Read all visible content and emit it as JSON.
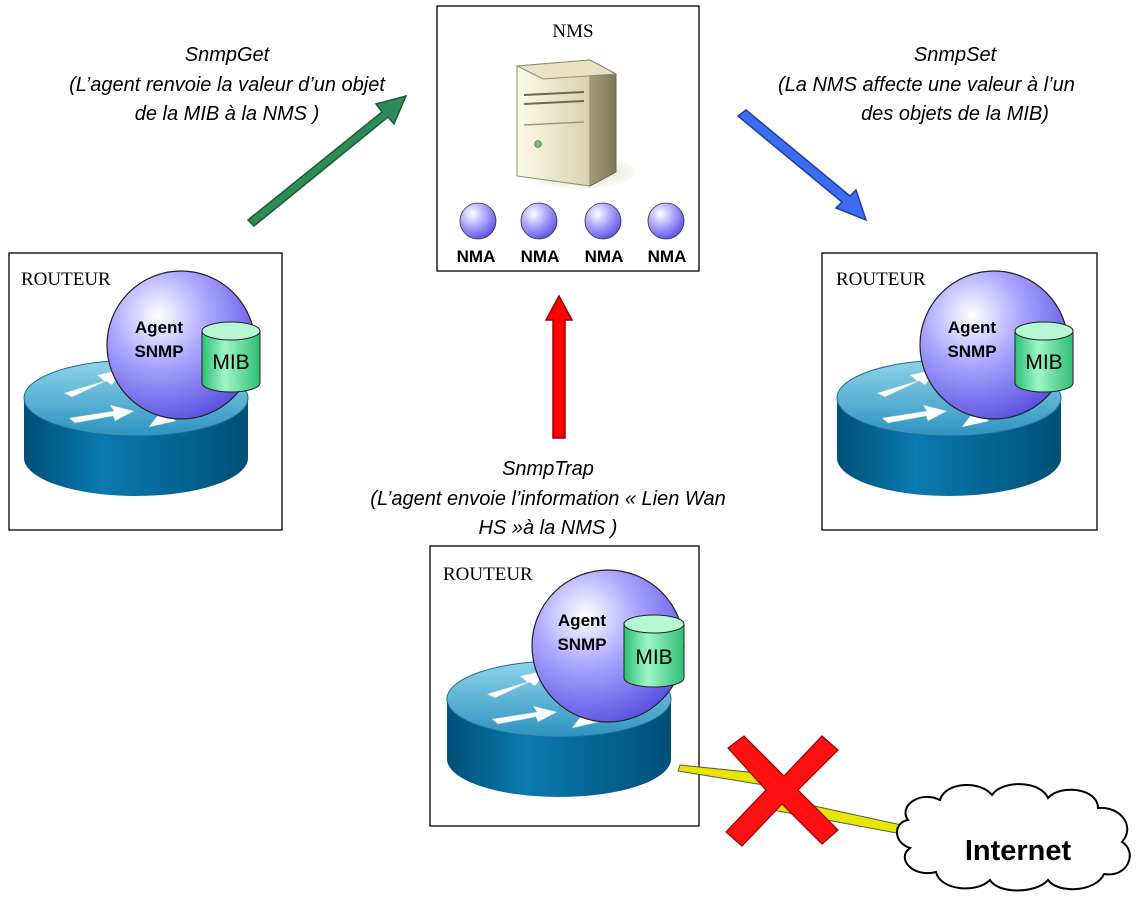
{
  "nms": {
    "title": "NMS",
    "agents": [
      "NMA",
      "NMA",
      "NMA",
      "NMA"
    ]
  },
  "flows": {
    "get": {
      "name": "SnmpGet",
      "lines": [
        "(L’agent renvoie la valeur d’un objet",
        "de la MIB à la NMS )"
      ],
      "color": "#2e8b57"
    },
    "set": {
      "name": "SnmpSet",
      "lines": [
        "(La NMS affecte une valeur à l’un",
        "des objets de la MIB)"
      ],
      "color": "#3d6cf0"
    },
    "trap": {
      "name": "SnmpTrap",
      "lines": [
        "(L’agent envoie l’information « Lien Wan",
        "HS »à la NMS )"
      ],
      "color": "#ff0000"
    }
  },
  "routers": [
    {
      "title": "ROUTEUR",
      "agent_line1": "Agent",
      "agent_line2": "SNMP",
      "db": "MIB"
    },
    {
      "title": "ROUTEUR",
      "agent_line1": "Agent",
      "agent_line2": "SNMP",
      "db": "MIB"
    },
    {
      "title": "ROUTEUR",
      "agent_line1": "Agent",
      "agent_line2": "SNMP",
      "db": "MIB"
    }
  ],
  "internet": {
    "label": "Internet"
  },
  "icons": [
    "server-icon",
    "router-icon",
    "database-icon",
    "cloud-icon",
    "broken-link-icon",
    "error-x-icon"
  ],
  "colors": {
    "router_top": "#3aa7c9",
    "router_side": "#006a99",
    "sphere": "#8a83f2",
    "database": "#5ddb98",
    "link": "#e6e600"
  }
}
